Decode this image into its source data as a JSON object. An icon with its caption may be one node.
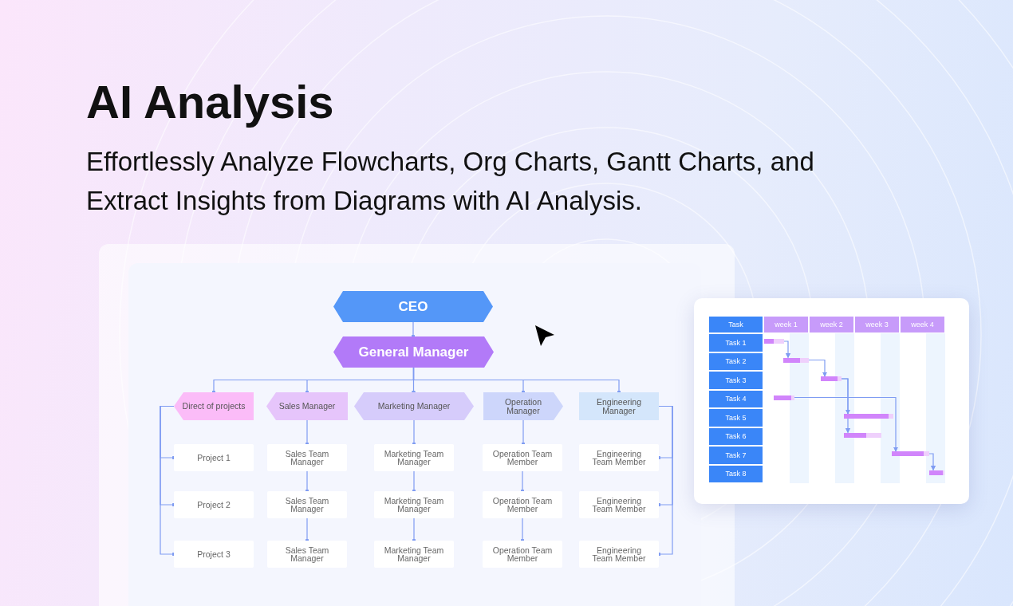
{
  "diagram": {
    "title": "AI Analysis",
    "nodes": [
      {
        "text": [
          "CEO"
        ]
      },
      {
        "text": [
          "General Manager"
        ]
      },
      {
        "text": [
          "Direct of projects"
        ]
      },
      {
        "text": [
          "Sales Manager"
        ]
      },
      {
        "text": [
          "Marketing Manager"
        ]
      },
      {
        "text": [
          "Operation Manager"
        ]
      },
      {
        "text": [
          "Engineering Manager"
        ]
      },
      {
        "text": [
          "Project 1"
        ]
      },
      {
        "text": [
          "Project 2"
        ]
      },
      {
        "text": [
          "Project 3"
        ]
      },
      {
        "text": [
          "Sales Team Manager"
        ]
      },
      {
        "text": [
          "Sales Team Manager"
        ]
      },
      {
        "text": [
          "Sales Team Manager"
        ]
      },
      {
        "text": [
          "Marketing Team Manager"
        ]
      },
      {
        "text": [
          "Marketing Team Manager"
        ]
      },
      {
        "text": [
          "Marketing Team Manager"
        ]
      },
      {
        "text": [
          "Operation Team Member"
        ]
      },
      {
        "text": [
          "Operation Team Member"
        ]
      },
      {
        "text": [
          "Operation Team Member"
        ]
      },
      {
        "text": [
          "Engineering Team Member"
        ]
      },
      {
        "text": [
          "Engineering Team Member"
        ]
      },
      {
        "text": [
          "Engineering Team Member"
        ]
      },
      {
        "text": [],
        "shape": "bar"
      },
      {
        "text": [],
        "shape": "bar"
      },
      {
        "text": [],
        "shape": "bar"
      },
      {
        "text": [],
        "shape": "bar"
      },
      {
        "text": [],
        "shape": "bar"
      },
      {
        "text": [],
        "shape": "bar"
      },
      {
        "text": [],
        "shape": "bar"
      },
      {
        "text": [],
        "shape": "bar"
      }
    ],
    "edges": [
      {
        "from": 0,
        "to": 1,
        "arrow": "other"
      },
      {
        "from": 1,
        "to": 2,
        "arrow": "other"
      },
      {
        "from": 1,
        "to": 3,
        "arrow": "other"
      },
      {
        "from": 1,
        "to": 4,
        "arrow": "other"
      },
      {
        "from": 1,
        "to": 5,
        "arrow": "other"
      },
      {
        "from": 1,
        "to": 6,
        "arrow": "other"
      },
      {
        "from": 2,
        "to": 7,
        "arrow": "other"
      },
      {
        "from": 2,
        "to": 8,
        "arrow": "other"
      },
      {
        "from": 2,
        "to": 9,
        "arrow": "other"
      },
      {
        "from": 3,
        "to": 10,
        "arrow": "other"
      },
      {
        "from": 10,
        "to": 11,
        "arrow": "other"
      },
      {
        "from": 11,
        "to": 12,
        "arrow": "other"
      },
      {
        "from": 4,
        "to": 13,
        "arrow": "other"
      },
      {
        "from": 13,
        "to": 14,
        "arrow": "other"
      },
      {
        "from": 14,
        "to": 15,
        "arrow": "other"
      },
      {
        "from": 5,
        "to": 16,
        "arrow": "other"
      },
      {
        "from": 16,
        "to": 17,
        "arrow": "other"
      },
      {
        "from": 17,
        "to": 18,
        "arrow": "other"
      },
      {
        "from": 6,
        "to": 19,
        "arrow": "other"
      },
      {
        "from": 6,
        "to": 20,
        "arrow": "other"
      },
      {
        "from": 6,
        "to": 21,
        "arrow": "other"
      },
      {
        "from": 22,
        "to": 23,
        "arrow": "to"
      },
      {
        "from": 23,
        "to": 24,
        "arrow": "to"
      },
      {
        "from": 24,
        "to": 26,
        "arrow": "to"
      },
      {
        "from": 24,
        "to": 27,
        "arrow": "to"
      },
      {
        "from": 25,
        "to": 28,
        "arrow": "to"
      },
      {
        "from": 28,
        "to": 29,
        "arrow": "to"
      }
    ],
    "labels": [
      "Effortlessly Analyze Flowcharts, Org Charts, Gantt Charts, and Extract Insights from Diagrams with AI Analysis.",
      "Task",
      "week 1",
      "week 2",
      "week 3",
      "week 4",
      "Task 1",
      "Task 2",
      "Task 3",
      "Task 4",
      "Task 5",
      "Task 6",
      "Task 7",
      "Task 8"
    ]
  }
}
